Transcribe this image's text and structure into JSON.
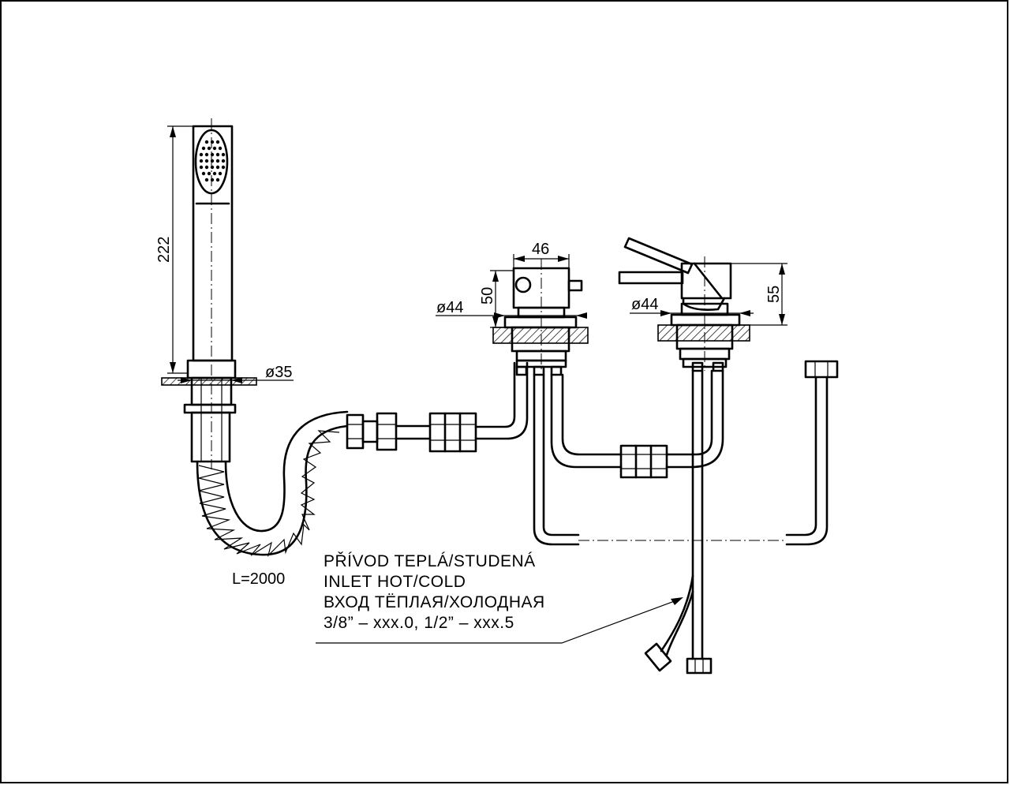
{
  "dimensions": {
    "shower_height": "222",
    "shower_base_diameter": "ø35",
    "hose_length": "L=2000",
    "valve_width": "46",
    "valve_height": "50",
    "valve_diameter": "ø44",
    "mixer_diameter": "ø44",
    "mixer_height": "55"
  },
  "note": {
    "line1": "PŘÍVOD TEPLÁ/STUDENÁ",
    "line2": "INLET HOT/COLD",
    "line3": "ВХОД ТЁПЛАЯ/ХОЛОДНАЯ",
    "line4": "3/8”  –  xxx.0,  1/2”  –  xxx.5"
  }
}
